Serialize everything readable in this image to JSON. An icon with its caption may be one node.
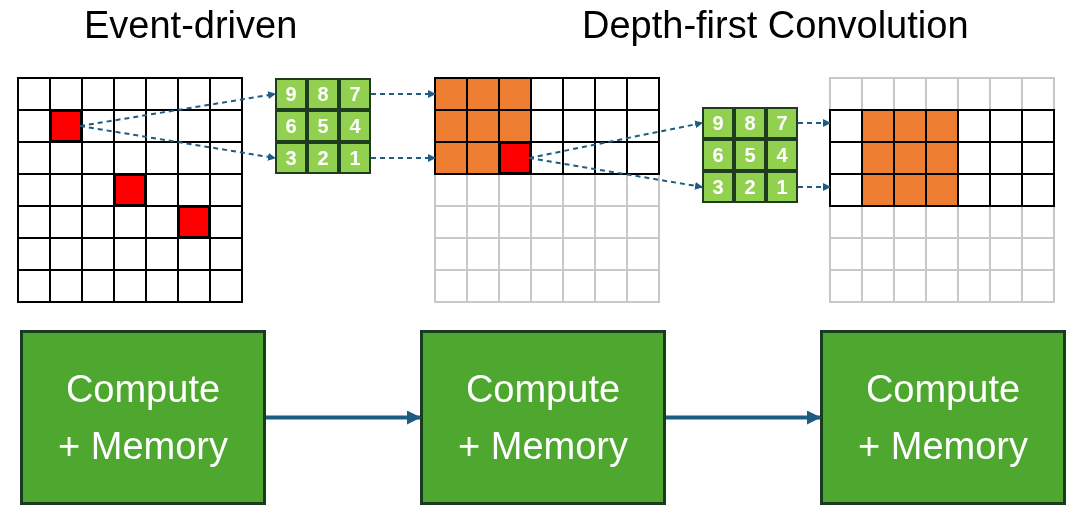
{
  "diagram": {
    "nodes": [
      {
        "text": [],
        "shape": "grid"
      },
      {
        "text": [],
        "shape": "box",
        "in": 0
      },
      {
        "text": [],
        "shape": "box",
        "in": 0
      },
      {
        "text": [],
        "shape": "box",
        "in": 0
      },
      {
        "text": [],
        "shape": "grid"
      },
      {
        "text": [
          "9"
        ],
        "in": 4
      },
      {
        "text": [
          "8"
        ],
        "in": 4
      },
      {
        "text": [
          "7"
        ],
        "in": 4
      },
      {
        "text": [
          "6"
        ],
        "in": 4
      },
      {
        "text": [
          "5"
        ],
        "in": 4
      },
      {
        "text": [
          "4"
        ],
        "in": 4
      },
      {
        "text": [
          "3"
        ],
        "in": 4
      },
      {
        "text": [
          "2"
        ],
        "in": 4
      },
      {
        "text": [
          "1"
        ],
        "in": 4
      },
      {
        "text": [],
        "shape": "grid"
      },
      {
        "text": [],
        "shape": "box",
        "in": 14
      },
      {
        "text": [],
        "shape": "grid"
      },
      {
        "text": [
          "9"
        ],
        "in": 16
      },
      {
        "text": [
          "8"
        ],
        "in": 16
      },
      {
        "text": [
          "7"
        ],
        "in": 16
      },
      {
        "text": [
          "6"
        ],
        "in": 16
      },
      {
        "text": [
          "5"
        ],
        "in": 16
      },
      {
        "text": [
          "4"
        ],
        "in": 16
      },
      {
        "text": [
          "3"
        ],
        "in": 16
      },
      {
        "text": [
          "2"
        ],
        "in": 16
      },
      {
        "text": [
          "1"
        ],
        "in": 16
      },
      {
        "text": [],
        "shape": "grid"
      },
      {
        "text": [
          "Compute + Memory"
        ]
      },
      {
        "text": [
          "Compute + Memory"
        ]
      },
      {
        "text": [
          "Compute + Memory"
        ]
      }
    ],
    "edges": [
      {
        "from": 1,
        "to": 5,
        "arrow": "to",
        "style": "dashed"
      },
      {
        "from": 1,
        "to": 11,
        "arrow": "to",
        "style": "dashed"
      },
      {
        "from": 7,
        "to": 14,
        "arrow": "to",
        "style": "dashed"
      },
      {
        "from": 13,
        "to": 14,
        "arrow": "to",
        "style": "dashed"
      },
      {
        "from": 15,
        "to": 17,
        "arrow": "to",
        "style": "dashed"
      },
      {
        "from": 15,
        "to": 23,
        "arrow": "to",
        "style": "dashed"
      },
      {
        "from": 19,
        "to": 26,
        "arrow": "to",
        "style": "dashed"
      },
      {
        "from": 25,
        "to": 26,
        "arrow": "to",
        "style": "dashed"
      },
      {
        "from": 27,
        "to": 28,
        "arrow": "to",
        "style": "thick"
      },
      {
        "from": 28,
        "to": 29,
        "arrow": "to",
        "style": "thick"
      }
    ],
    "labels": [
      "Event-driven",
      "Depth-first Convolution"
    ]
  }
}
